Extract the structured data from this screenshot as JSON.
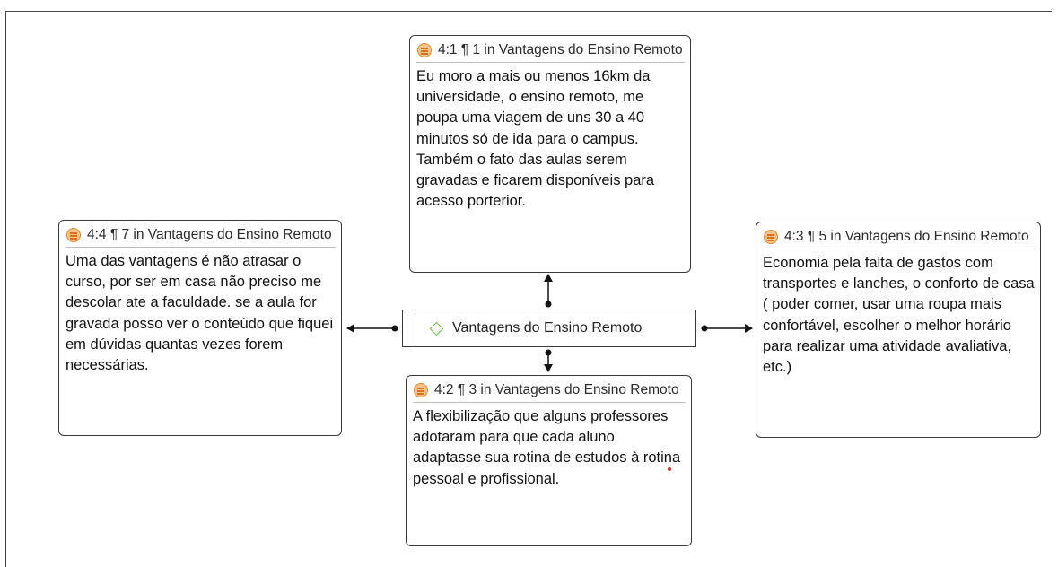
{
  "code": {
    "label": "Vantagens do Ensino Remoto",
    "icon": "diamond-icon",
    "icon_color": "#6fbe4a"
  },
  "quotations": {
    "top": {
      "id": "4:1 ¶ 1 in Vantagens do Ensino Remoto",
      "text": "Eu moro a mais ou menos 16km da universidade, o ensino remoto, me poupa uma viagem de uns 30 a 40 minutos só de ida para o campus. Também o fato das aulas serem gravadas e ficarem disponíveis para acesso porterior."
    },
    "bottom": {
      "id": "4:2 ¶ 3 in Vantagens do Ensino Remoto",
      "text": "A flexibilização que alguns professores adotaram para que cada aluno adaptasse sua rotina de estudos à rotina pessoal e profissional."
    },
    "right": {
      "id": "4:3 ¶ 5 in Vantagens do Ensino Remoto",
      "text": "Economia pela falta de gastos com transportes e lanches, o conforto de casa ( poder comer, usar uma roupa mais confortável, escolher o melhor horário para realizar uma atividade avaliativa, etc.)"
    },
    "left": {
      "id": "4:4 ¶ 7 in Vantagens do Ensino Remoto",
      "text": "Uma das vantagens é não atrasar o curso, por ser em casa não preciso me descolar ate a faculdade. se a aula for gravada posso ver o conteúdo que fiquei em dúvidas quantas vezes forem necessárias."
    },
    "icon": "quotation-icon",
    "icon_color": "#e08a2d"
  }
}
